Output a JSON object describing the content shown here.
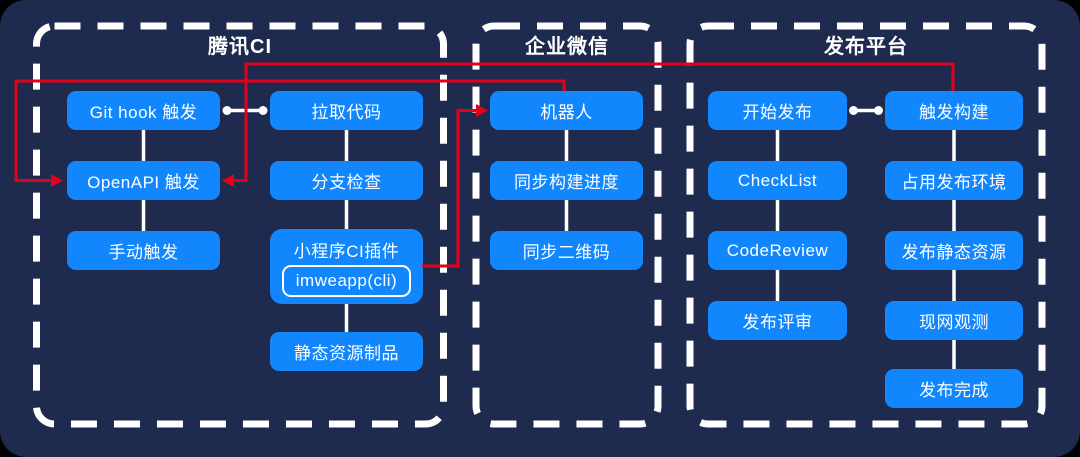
{
  "colors": {
    "background": "#1E2A4E",
    "node_blue": "#1287FD",
    "line_white": "#FFFFFF",
    "arrow_red": "#E3001B"
  },
  "sections": [
    {
      "title": "腾讯CI",
      "columns": [
        {
          "boxes": [
            {
              "label": "Git hook 触发"
            },
            {
              "label": "OpenAPI 触发"
            },
            {
              "label": "手动触发"
            }
          ]
        },
        {
          "boxes": [
            {
              "label": "拉取代码"
            },
            {
              "label": "分支检查"
            },
            {
              "label": "小程序CI插件",
              "sublabel": "imweapp(cli)"
            },
            {
              "label": "静态资源制品"
            }
          ]
        }
      ]
    },
    {
      "title": "企业微信",
      "columns": [
        {
          "boxes": [
            {
              "label": "机器人"
            },
            {
              "label": "同步构建进度"
            },
            {
              "label": "同步二维码"
            }
          ]
        }
      ]
    },
    {
      "title": "发布平台",
      "columns": [
        {
          "boxes": [
            {
              "label": "开始发布"
            },
            {
              "label": "CheckList"
            },
            {
              "label": "CodeReview"
            },
            {
              "label": "发布评审"
            }
          ]
        },
        {
          "boxes": [
            {
              "label": "触发构建"
            },
            {
              "label": "占用发布环境"
            },
            {
              "label": "发布静态资源"
            },
            {
              "label": "现网观测"
            },
            {
              "label": "发布完成"
            }
          ]
        }
      ]
    }
  ],
  "pair_links": [
    {
      "a": "Git hook 触发",
      "b": "拉取代码",
      "style": "white-line-dots"
    },
    {
      "a": "开始发布",
      "b": "触发构建",
      "style": "white-line-dots"
    }
  ],
  "red_arrows": [
    {
      "from": "触发构建",
      "to": "OpenAPI 触发"
    },
    {
      "from": "机器人",
      "to": "OpenAPI 触发"
    },
    {
      "from": "小程序CI插件 imweapp(cli)",
      "to": "机器人"
    }
  ]
}
